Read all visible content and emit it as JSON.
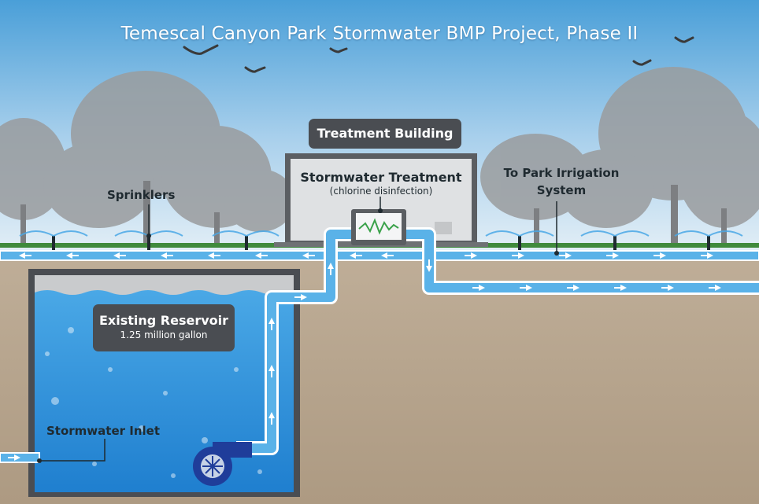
{
  "title": "Temescal Canyon Park Stormwater BMP Project, Phase II",
  "labels": {
    "treatment_building": "Treatment Building",
    "stormwater_treatment": "Stormwater Treatment",
    "chlorine": "(chlorine disinfection)",
    "sprinklers": "Sprinklers",
    "park_irrigation_line1": "To Park Irrigation",
    "park_irrigation_line2": "System",
    "reservoir_title": "Existing Reservoir",
    "reservoir_capacity": "1.25 million gallon",
    "stormwater_inlet": "Stormwater Inlet"
  },
  "colors": {
    "sky_top": "#4a9fd8",
    "sky_bottom": "#dbeaf4",
    "ground": "#b7a48d",
    "water": "#2e8fd6",
    "pipe": "#5ab2e8",
    "pill": "#4a4d52",
    "pump": "#1f3d9a"
  }
}
